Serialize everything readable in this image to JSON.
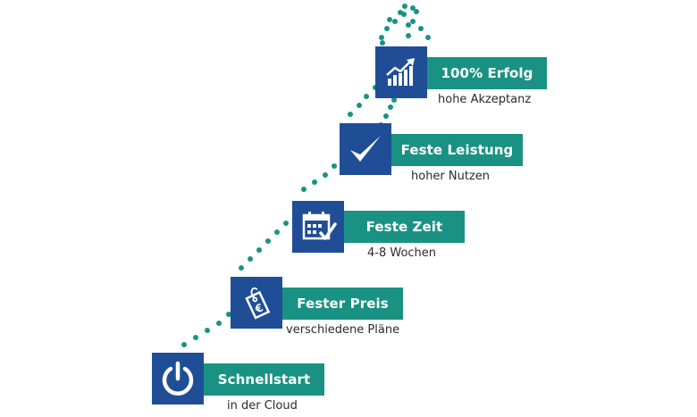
{
  "colors": {
    "icon_bg": "#1f4e96",
    "banner_bg": "#1a9283",
    "dots": "#1a9283",
    "subtitle_text": "#2a2a2a"
  },
  "steps": [
    {
      "title": "Schnellstart",
      "subtitle": "in der Cloud",
      "icon": "power-icon"
    },
    {
      "title": "Fester Preis",
      "subtitle": "verschiedene Pläne",
      "icon": "euro-price-tag-icon"
    },
    {
      "title": "Feste Zeit",
      "subtitle": "4-8 Wochen",
      "icon": "calendar-check-icon"
    },
    {
      "title": "Feste Leistung",
      "subtitle": "hoher Nutzen",
      "icon": "checkmark-icon"
    },
    {
      "title": "100% Erfolg",
      "subtitle": "hohe Akzeptanz",
      "icon": "growth-chart-icon"
    }
  ]
}
